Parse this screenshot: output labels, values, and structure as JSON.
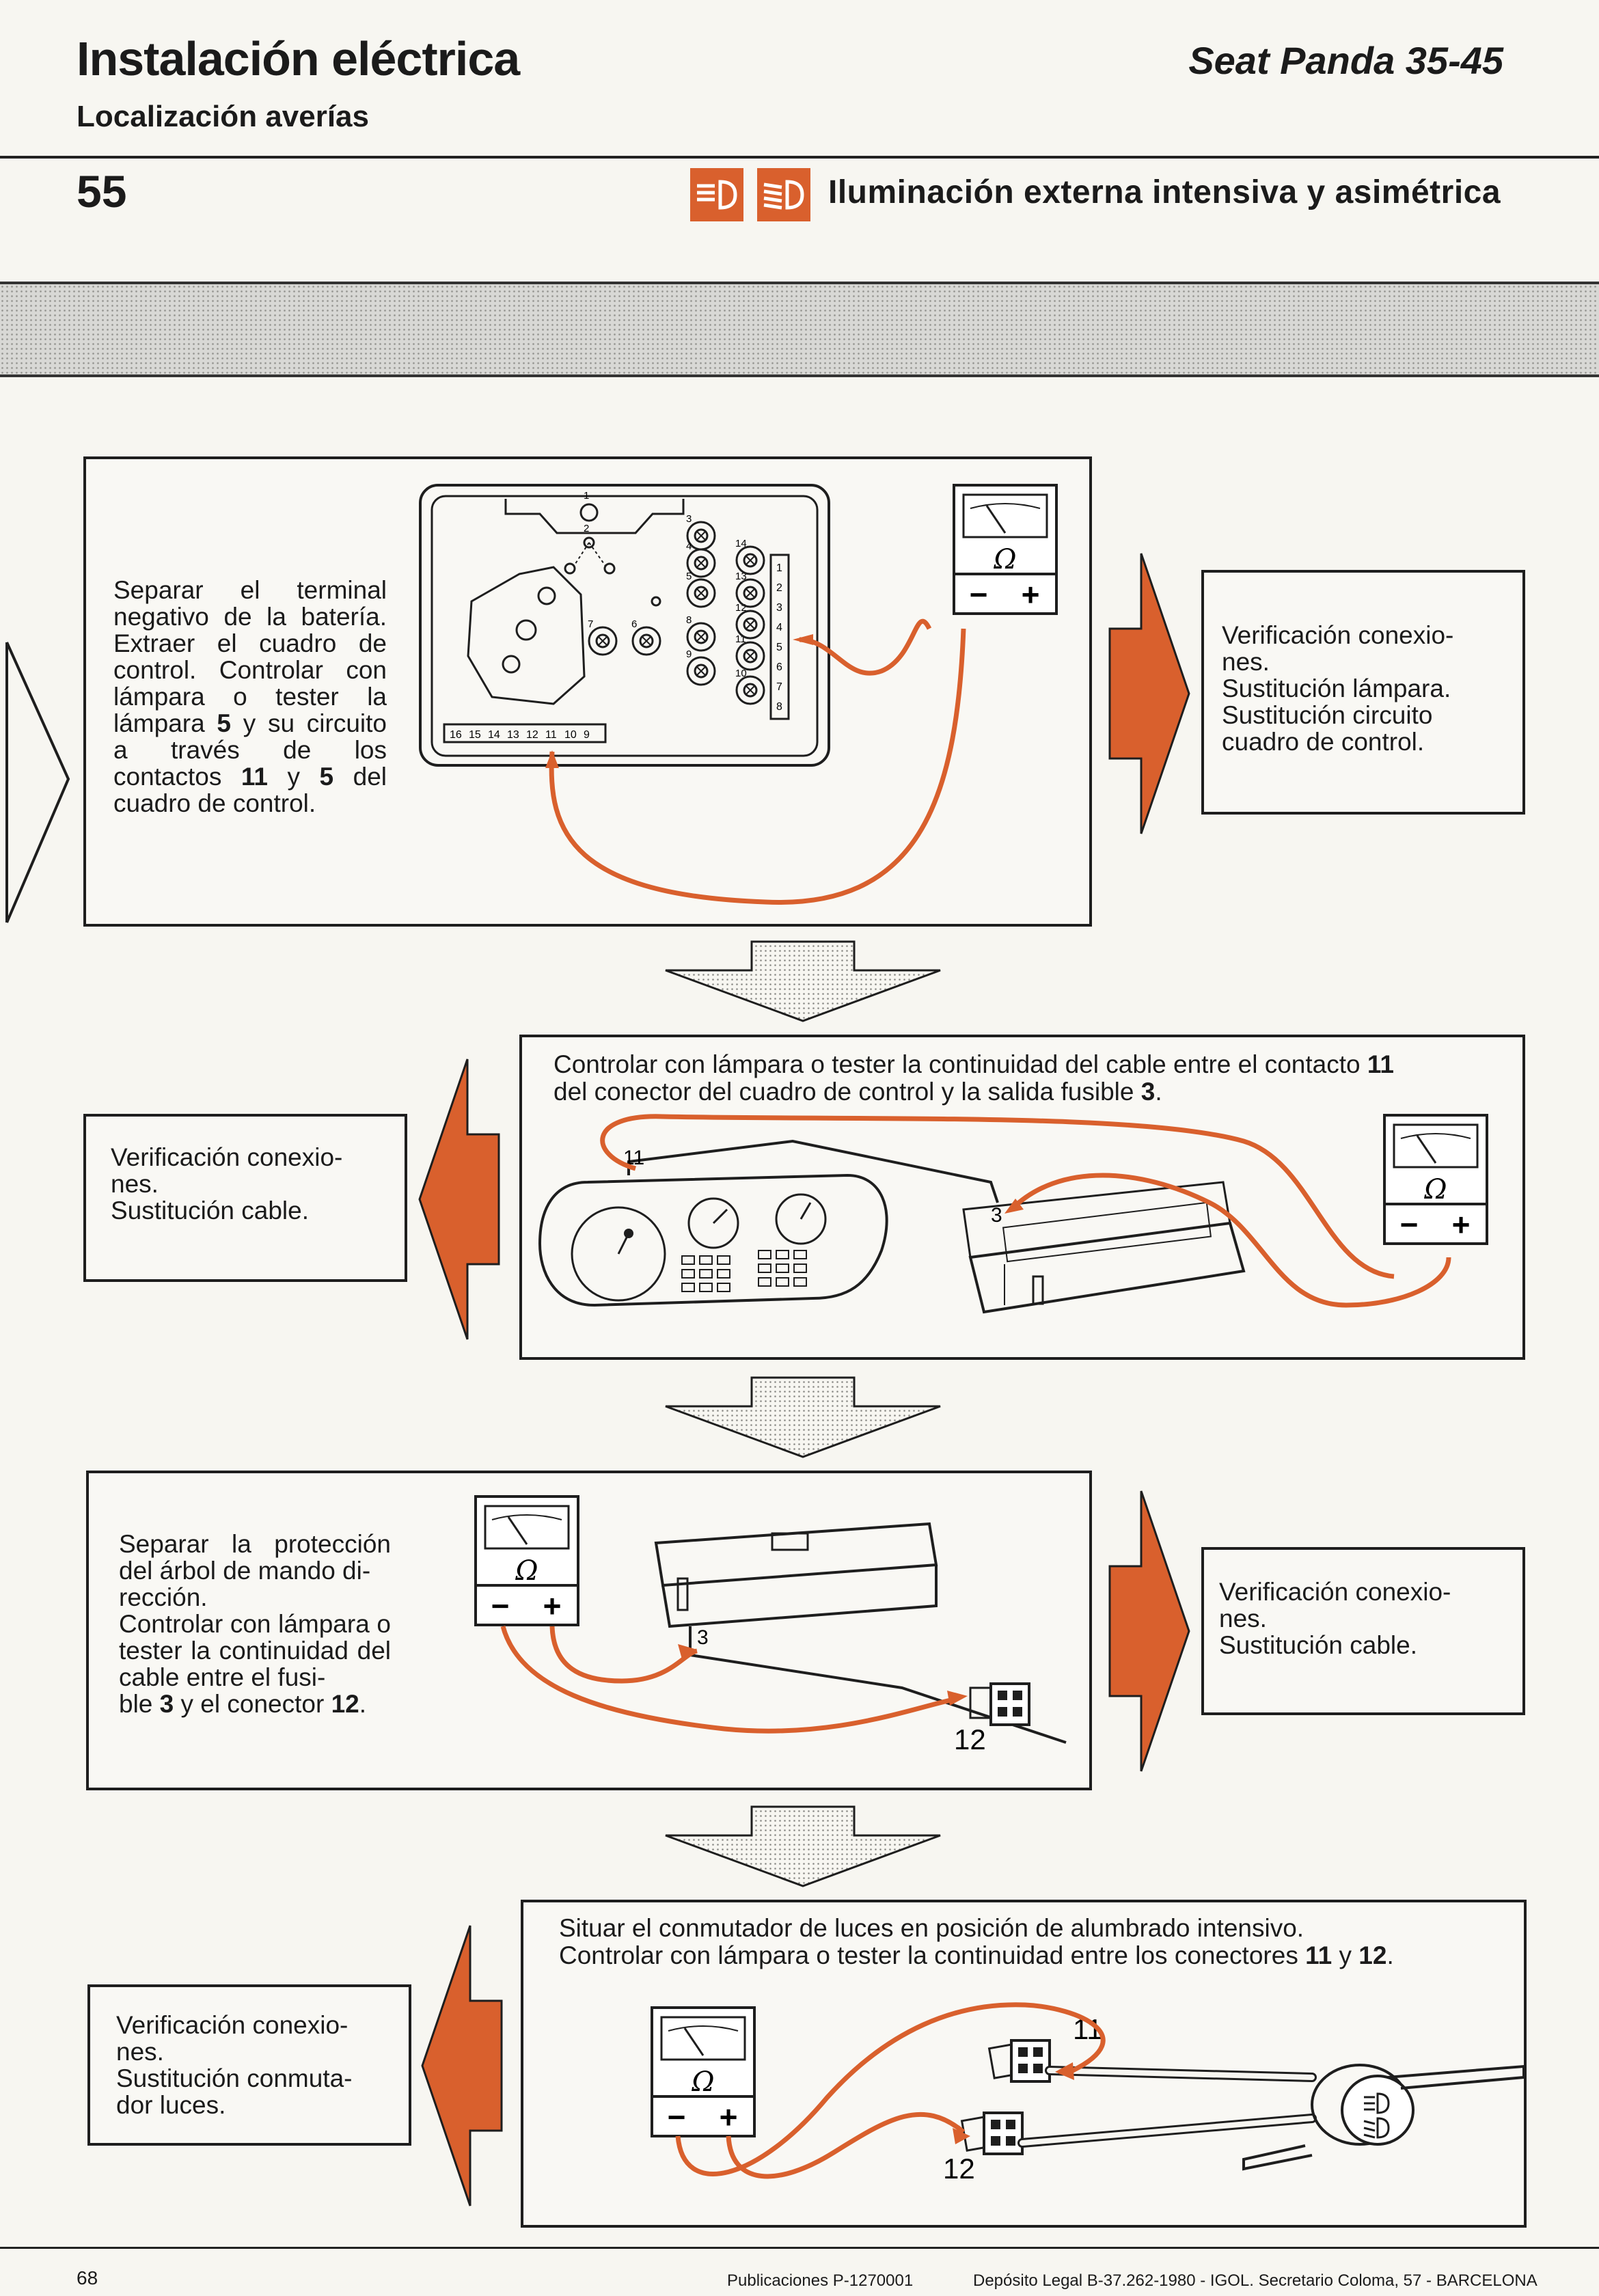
{
  "header": {
    "title": "Instalación eléctrica",
    "subtitle": "Localización averías",
    "brand": "Seat Panda 35-45",
    "page_code": "55",
    "section_title": "Iluminación externa intensiva y asimétrica"
  },
  "steps": [
    {
      "instruction_parts": [
        {
          "text": "Separar el terminal negativo de la batería. Extraer el cuadro de control. Controlar con lámpara o tester la lámpara ",
          "bold": false
        },
        {
          "text": "5",
          "bold": true
        },
        {
          "text": " y su circuito a través de los contactos ",
          "bold": false
        },
        {
          "text": "11",
          "bold": true
        },
        {
          "text": " y ",
          "bold": false
        },
        {
          "text": "5",
          "bold": true
        },
        {
          "text": " del cuadro de control.",
          "bold": false
        }
      ],
      "result": "Verificación conexio-\nnes.\nSustitución lámpara.\nSustitución circuito\ncuadro de control.",
      "panel_numbers_right": [
        "1",
        "2",
        "3",
        "4",
        "5",
        "6",
        "7",
        "8"
      ],
      "panel_numbers_bottom": [
        "16",
        "15",
        "14",
        "13",
        "12",
        "11",
        "10",
        "9"
      ],
      "lamp_numbers": [
        "1",
        "2",
        "3",
        "4",
        "5",
        "6",
        "7",
        "8",
        "9",
        "10",
        "11",
        "12",
        "13",
        "14"
      ]
    },
    {
      "instruction_parts": [
        {
          "text": "Controlar con lámpara o tester la continuidad del cable entre el contacto ",
          "bold": false
        },
        {
          "text": "11",
          "bold": true
        },
        {
          "text": "\ndel conector del cuadro de control y la salida fusible ",
          "bold": false
        },
        {
          "text": "3",
          "bold": true
        },
        {
          "text": ".",
          "bold": false
        }
      ],
      "result": "Verificación conexio-\nnes.\nSustitución cable.",
      "labels": [
        "11",
        "3"
      ]
    },
    {
      "instruction_parts": [
        {
          "text": "Separar la protección del árbol de mando di-\nrección.\nControlar con lámpara o tester la continuidad del cable entre el fusi-\nble ",
          "bold": false
        },
        {
          "text": "3",
          "bold": true
        },
        {
          "text": " y el conector ",
          "bold": false
        },
        {
          "text": "12",
          "bold": true
        },
        {
          "text": ".",
          "bold": false
        }
      ],
      "result": "Verificación conexio-\nnes.\nSustitución cable.",
      "labels": [
        "3",
        "12"
      ]
    },
    {
      "instruction_parts": [
        {
          "text": "Situar el conmutador de luces en posición de alumbrado intensivo.\nControlar con lámpara o tester la continuidad entre los conectores ",
          "bold": false
        },
        {
          "text": "11",
          "bold": true
        },
        {
          "text": " y ",
          "bold": false
        },
        {
          "text": "12",
          "bold": true
        },
        {
          "text": ".",
          "bold": false
        }
      ],
      "result": "Verificación conexio-\nnes.\nSustitución conmuta-\ndor luces.",
      "labels": [
        "11",
        "12"
      ]
    }
  ],
  "meter": {
    "symbol": "Ω",
    "minus": "−",
    "plus": "+"
  },
  "footer": {
    "page_number": "68",
    "publication": "Publicaciones P-1270001",
    "legal": "Depósito Legal B-37.262-1980 - IGOL. Secretario Coloma, 57 - BARCELONA"
  },
  "colors": {
    "accent": "#d9602d",
    "ink": "#1e1e1e",
    "paper": "#f7f6f1"
  },
  "icons": [
    "high-beam-icon",
    "asymmetric-beam-icon"
  ]
}
